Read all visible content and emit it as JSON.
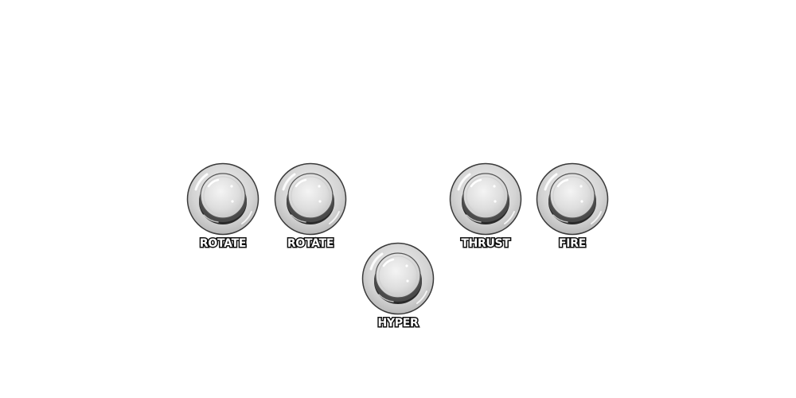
{
  "panel": {
    "title": "",
    "buttons": [
      {
        "id": "rotate-left",
        "label": "ROTATE"
      },
      {
        "id": "rotate-right",
        "label": "ROTATE"
      },
      {
        "id": "thrust",
        "label": "THRUST"
      },
      {
        "id": "fire",
        "label": "FIRE"
      },
      {
        "id": "hyper",
        "label": "HYPER"
      }
    ]
  },
  "colors": {
    "background": "#ffffff",
    "button_body": "#d8d8d8",
    "button_outline": "#3a3a3a",
    "button_cap": "#e2e2e2",
    "label_fill": "#ffffff",
    "label_outline": "#111111"
  }
}
